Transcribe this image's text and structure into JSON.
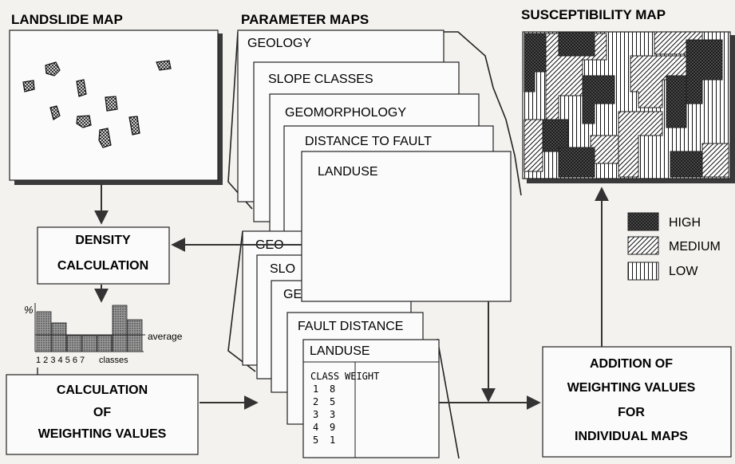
{
  "headings": {
    "landslide": "LANDSLIDE MAP",
    "parameter": "PARAMETER MAPS",
    "susceptibility": "SUSCEPTIBILITY MAP"
  },
  "param_maps": [
    "GEOLOGY",
    "SLOPE CLASSES",
    "GEOMORPHOLOGY",
    "DISTANCE TO FAULT",
    "LANDUSE"
  ],
  "small_maps": [
    "GEO",
    "SLO",
    "GE",
    "FAULT DISTANCE",
    "LANDUSE"
  ],
  "density": [
    "DENSITY",
    "CALCULATION"
  ],
  "weighting": [
    "CALCULATION",
    "OF",
    "WEIGHTING VALUES"
  ],
  "addition": [
    "ADDITION OF",
    "WEIGHTING VALUES",
    "FOR",
    "INDIVIDUAL MAPS"
  ],
  "histogram": {
    "y_symbol": "%",
    "average_label": "average",
    "x_labels": "1 2 3 4 5 6 7",
    "classes_label": "classes"
  },
  "legend": [
    "HIGH",
    "MEDIUM",
    "LOW"
  ],
  "table": {
    "head_class": "CLASS",
    "head_weight": "WEIGHT",
    "rows": [
      {
        "c": "1",
        "w": "8"
      },
      {
        "c": "2",
        "w": "5"
      },
      {
        "c": "3",
        "w": "3"
      },
      {
        "c": "4",
        "w": "9"
      },
      {
        "c": "5",
        "w": "1"
      }
    ]
  }
}
